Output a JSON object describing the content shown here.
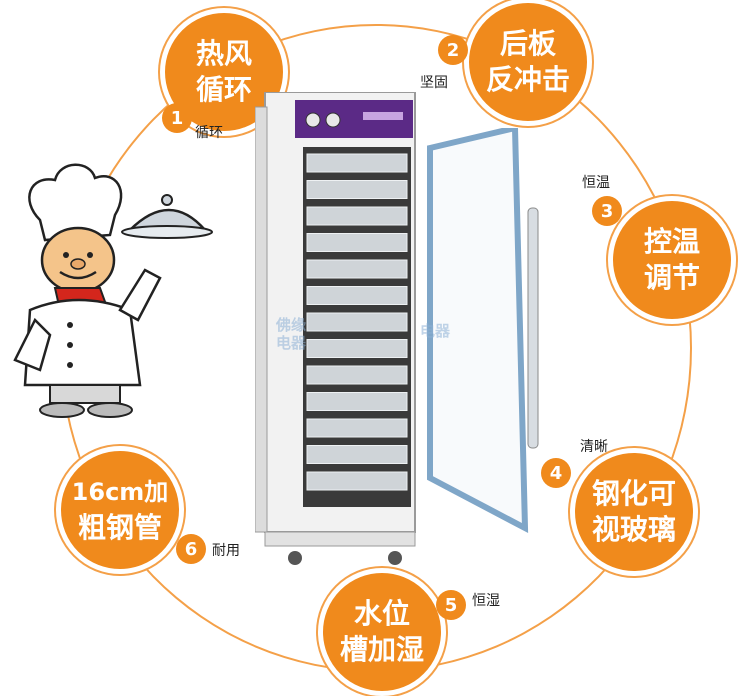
{
  "features": [
    {
      "num": "1",
      "title_lines": [
        "热风",
        "循环"
      ],
      "caption": "循环"
    },
    {
      "num": "2",
      "title_lines": [
        "后板",
        "反冲击"
      ],
      "caption": "坚固"
    },
    {
      "num": "3",
      "title_lines": [
        "控温",
        "调节"
      ],
      "caption": "恒温"
    },
    {
      "num": "4",
      "title_lines": [
        "钢化可",
        "视玻璃"
      ],
      "caption": "清晰"
    },
    {
      "num": "5",
      "title_lines": [
        "水位",
        "槽加湿"
      ],
      "caption": "恒湿"
    },
    {
      "num": "6",
      "title_lines": [
        "16cm加",
        "粗钢管"
      ],
      "caption": "耐用"
    }
  ],
  "watermark": {
    "line1": "佛缘",
    "line2": "电器",
    "right": "电器"
  },
  "colors": {
    "accent": "#f08a1c",
    "ring": "#f4a048",
    "panel": "#5b2a86"
  },
  "icons": [
    "chef-illustration",
    "proofer-cabinet"
  ]
}
